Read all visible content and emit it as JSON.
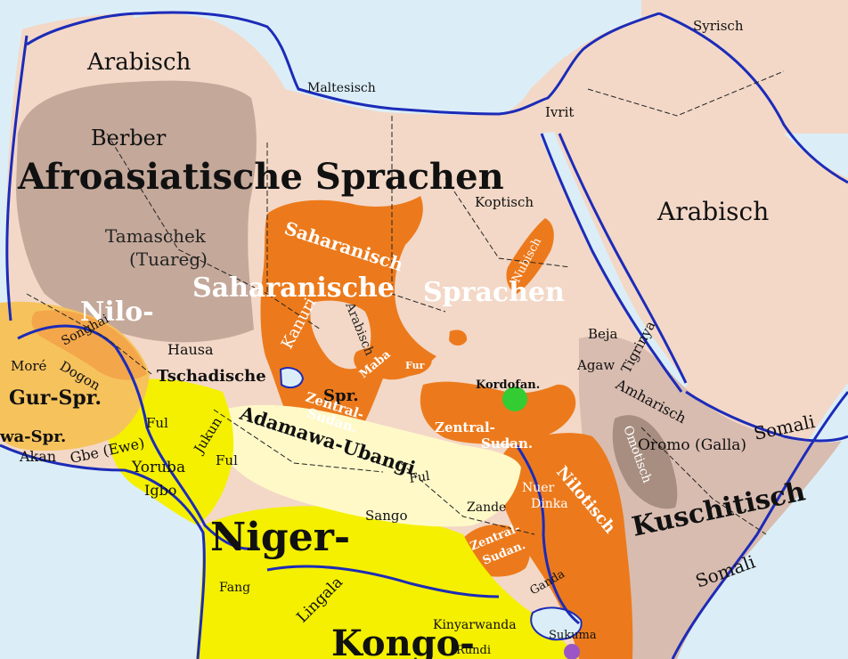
{
  "colors": {
    "sea": "#dbeef7",
    "afroasiatic": "#f3d8c7",
    "berber": "#c4a89a",
    "cushitic": "#d8bcb0",
    "omotic": "#a88e80",
    "nilo_saharan": "#ec7a1c",
    "kordofanian": "#33cc33",
    "niger_kongo_yellow": "#f4f000",
    "niger_kongo_light": "#f8f59a",
    "adamawa": "#fff9c8",
    "gur_orange": "#f3a64a",
    "mande": "#f6c25c",
    "khoisan_purple": "#9b55c7",
    "coast_line": "#1c2bb8",
    "border_line": "#222222",
    "black_text": "#111111",
    "white_text": "#ffffff"
  },
  "labels": {
    "arabisch_nw": "Arabisch",
    "berber": "Berber",
    "afroasiatische": "Afroasiatische Sprachen",
    "tamaschek": "Tamaschek",
    "tuareg": "(Tuareg)",
    "maltesisch": "Maltesisch",
    "syrisch": "Syrisch",
    "ivrit": "Ivrit",
    "arabisch_ne": "Arabisch",
    "koptisch": "Koptisch",
    "saharanisch": "Saharanisch",
    "saharanische": "Saharanische",
    "sprachen_ns": "Sprachen",
    "nilo": "Nilo-",
    "nubisch": "Nubisch",
    "arabisch_sudan": "Arabisch",
    "kanuri": "Kanuri",
    "maba": "Maba",
    "fur": "Fur",
    "songhai": "Songhai",
    "more": "Moré",
    "dogon": "Dogon",
    "gur_spr": "Gur-Spr.",
    "kwa_spr": "wa-Spr.",
    "akan": "Akan",
    "gbe": "Gbe (Ewe)",
    "hausa": "Hausa",
    "tschadische": "Tschadische",
    "spr": "Spr.",
    "zentral_sudan_w1": "Zentral-",
    "zentral_sudan_w2": "Sudan.",
    "kordofan": "Kordofan.",
    "zentral_sudan_c1": "Zentral-",
    "zentral_sudan_c2": "Sudan.",
    "beja": "Beja",
    "tigrinya": "Tigrinya",
    "agaw": "Agaw",
    "amharisch": "Amharisch",
    "oromo": "Oromo (Galla)",
    "somali_ne": "Somali",
    "omotisch": "Omotisch",
    "kuschitisch": "Kuschitisch",
    "somali_s": "Somali",
    "ful_1": "Ful",
    "ful_2": "Ful",
    "ful_3": "Ful",
    "jukun": "Jukun",
    "yoruba": "Yoruba",
    "igbo": "Igbo",
    "adamawa_ubangi": "Adamawa-Ubangi",
    "zande": "Zande",
    "nuer": "Nuer",
    "dinka": "Dinka",
    "nilotisch": "Nilotisch",
    "zentral_sudan_s1": "Zentral-",
    "zentral_sudan_s2": "Sudan.",
    "sango": "Sango",
    "niger": "Niger-",
    "fang": "Fang",
    "lingala": "Lingala",
    "ganda": "Ganda",
    "kinyarwanda": "Kinyarwanda",
    "rundi": "Rundi",
    "sukuma": "Sukuma",
    "kongo": "Kongo-"
  }
}
